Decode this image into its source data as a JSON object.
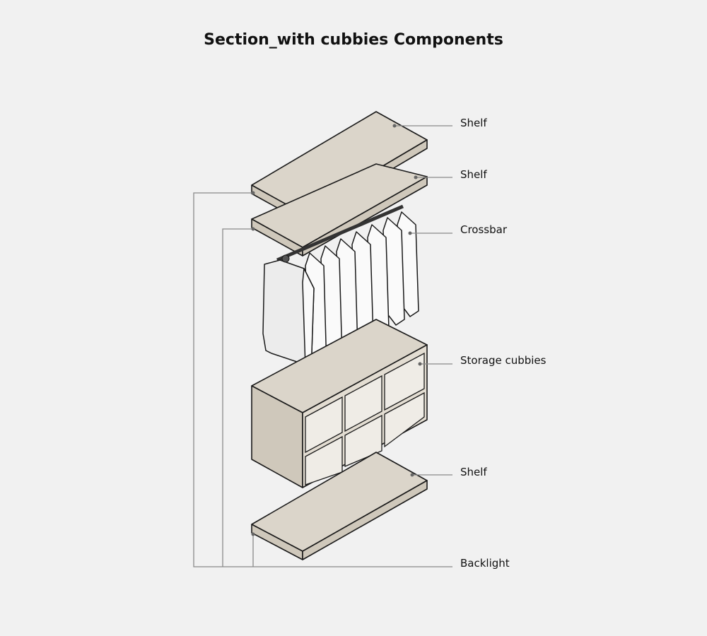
{
  "title": "Section_with cubbies Components",
  "labels": {
    "shelf_top": "Shelf",
    "shelf_second": "Shelf",
    "crossbar": "Crossbar",
    "storage_cubbies": "Storage cubbies",
    "shelf_bottom": "Shelf",
    "backlight": "Backlight"
  },
  "colors": {
    "background": "#f1f1f1",
    "wood": "#dbd5ca",
    "outline": "#1a1a1a",
    "leader": "#8a8a8a"
  }
}
